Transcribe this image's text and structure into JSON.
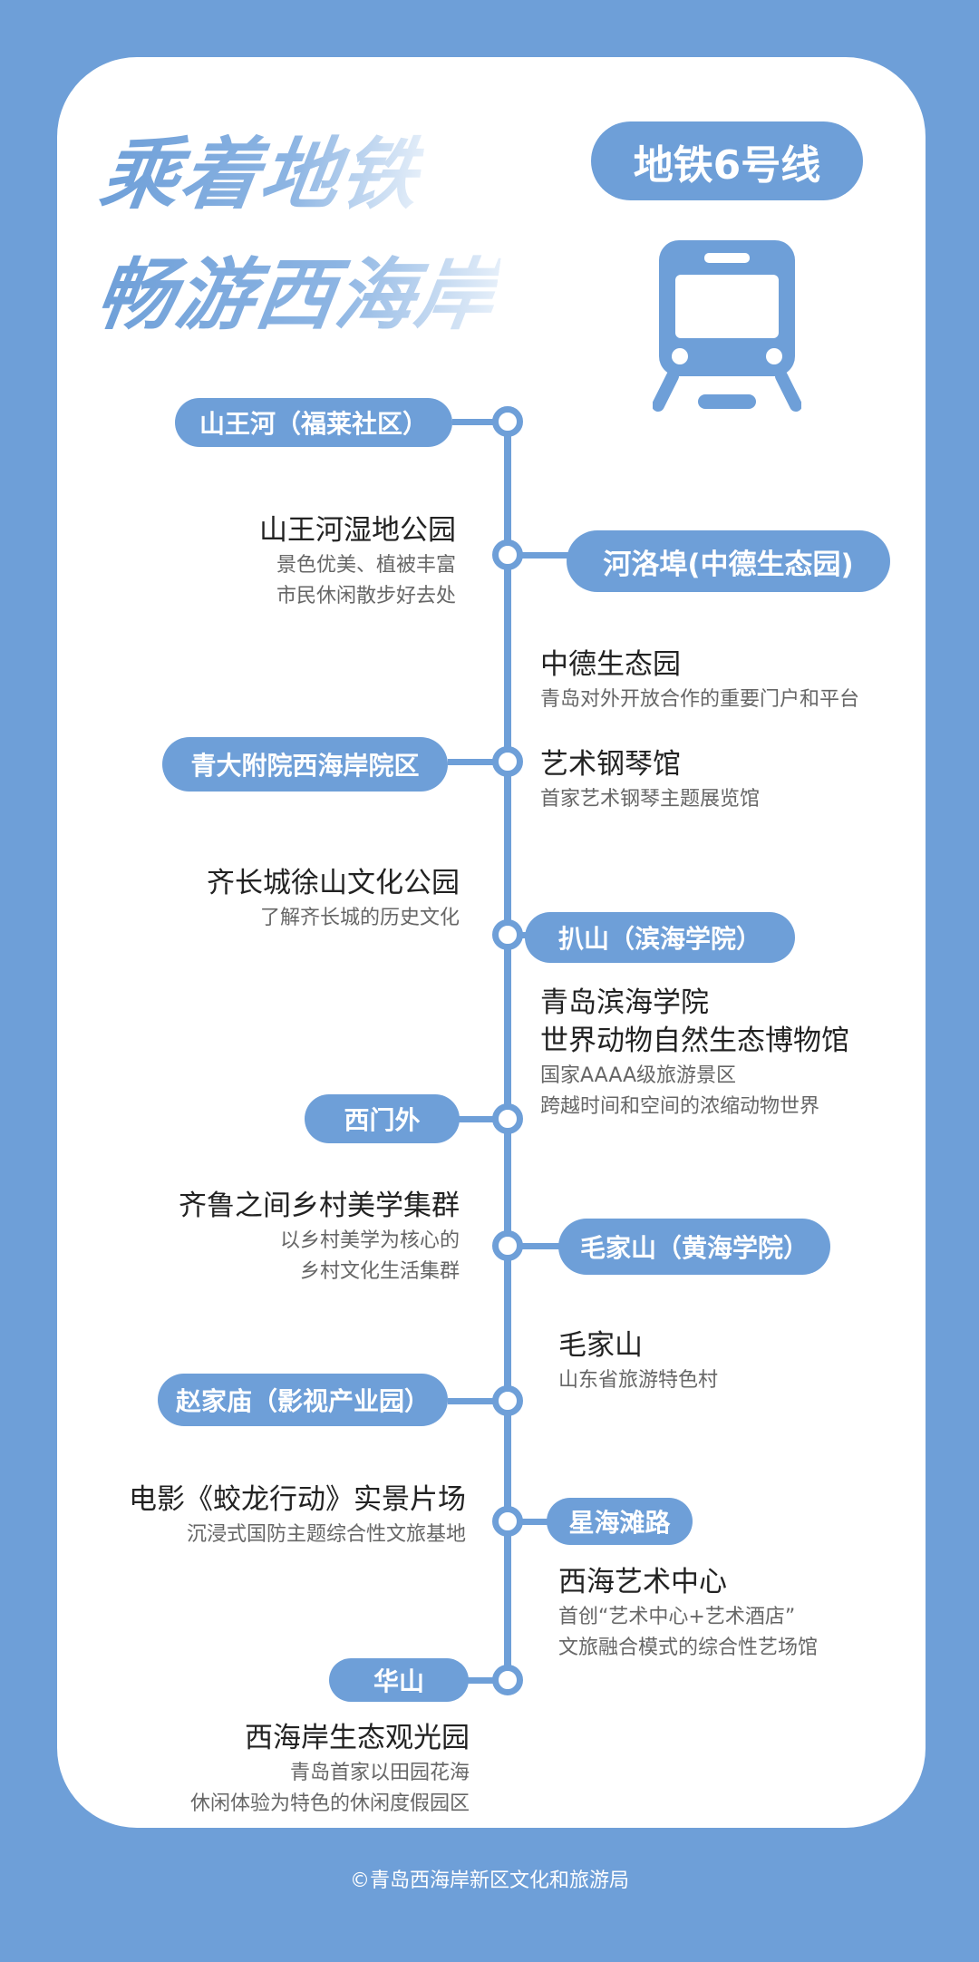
{
  "title": {
    "line1": "乘着地铁",
    "line2": "畅游西海岸"
  },
  "badge": "地铁6号线",
  "colors": {
    "accent": "#6e9fd8"
  },
  "stations": [
    "山王河（福莱社区）",
    "河洛埠(中德生态园)",
    "青大附院西海岸院区",
    "扒山（滨海学院）",
    "西门外",
    "毛家山（黄海学院）",
    "赵家庙（影视产业园）",
    "星海滩路",
    "华山"
  ],
  "attractions": [
    {
      "title": "山王河湿地公园",
      "subs": [
        "景色优美、植被丰富",
        "市民休闲散步好去处"
      ]
    },
    {
      "title": "中德生态园",
      "subs": [
        "青岛对外开放合作的重要门户和平台"
      ]
    },
    {
      "title": "艺术钢琴馆",
      "subs": [
        "首家艺术钢琴主题展览馆"
      ]
    },
    {
      "title": "齐长城徐山文化公园",
      "subs": [
        "了解齐长城的历史文化"
      ]
    },
    {
      "titles": [
        "青岛滨海学院",
        "世界动物自然生态博物馆"
      ],
      "subs": [
        "国家AAAA级旅游景区",
        "跨越时间和空间的浓缩动物世界"
      ]
    },
    {
      "title": "齐鲁之间乡村美学集群",
      "subs": [
        "以乡村美学为核心的",
        "乡村文化生活集群"
      ]
    },
    {
      "title": "毛家山",
      "subs": [
        "山东省旅游特色村"
      ]
    },
    {
      "title": "电影《蛟龙行动》实景片场",
      "subs": [
        "沉浸式国防主题综合性文旅基地"
      ]
    },
    {
      "title": "西海艺术中心",
      "subs": [
        "首创“艺术中心+艺术酒店”",
        "文旅融合模式的综合性艺场馆"
      ]
    },
    {
      "title": "西海岸生态观光园",
      "subs": [
        "青岛首家以田园花海",
        "休闲体验为特色的休闲度假园区"
      ]
    }
  ],
  "footer": "©青岛西海岸新区文化和旅游局"
}
